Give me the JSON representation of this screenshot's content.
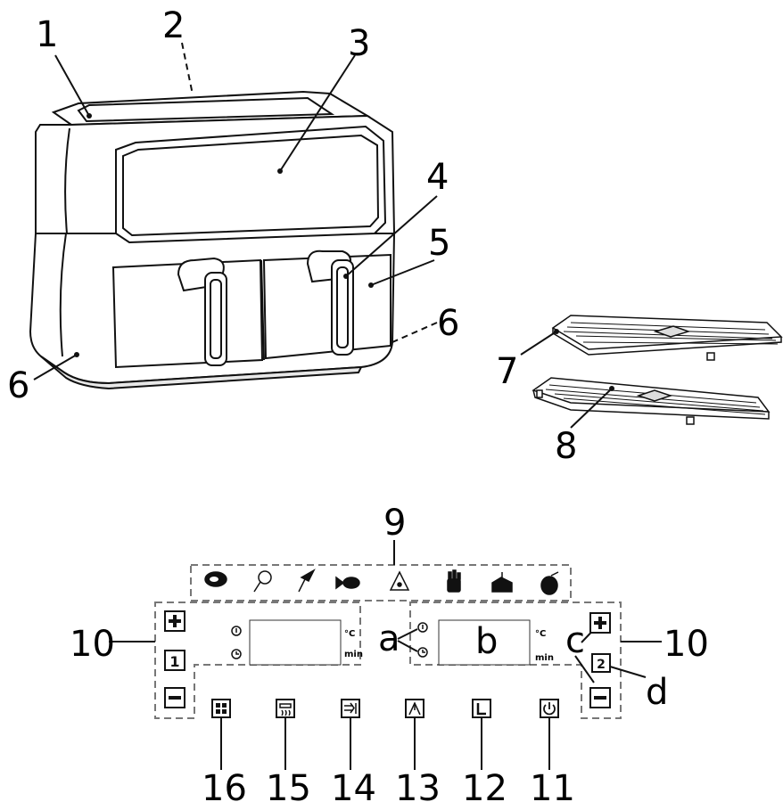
{
  "callouts": {
    "c1": "1",
    "c2": "2",
    "c3": "3",
    "c4": "4",
    "c5": "5",
    "c6a": "6",
    "c6b": "6",
    "c7": "7",
    "c8": "8",
    "c9": "9",
    "c10a": "10",
    "c10b": "10",
    "c11": "11",
    "c12": "12",
    "c13": "13",
    "c14": "14",
    "c15": "15",
    "c16": "16",
    "a": "a",
    "b": "b",
    "c": "c",
    "d": "d"
  },
  "panel": {
    "left_zone_number": "1",
    "right_zone_number": "2",
    "unit_temp": "°C",
    "unit_time": "min"
  },
  "presets": [
    "steak-icon",
    "drumstick-icon",
    "vegetable-icon",
    "fish-icon",
    "pizza-icon",
    "fries-icon",
    "cake-icon",
    "eggplant-icon"
  ],
  "buttons": [
    "grid-icon",
    "heat-icon",
    "sync-icon",
    "match-icon",
    "timer-icon",
    "power-icon"
  ]
}
